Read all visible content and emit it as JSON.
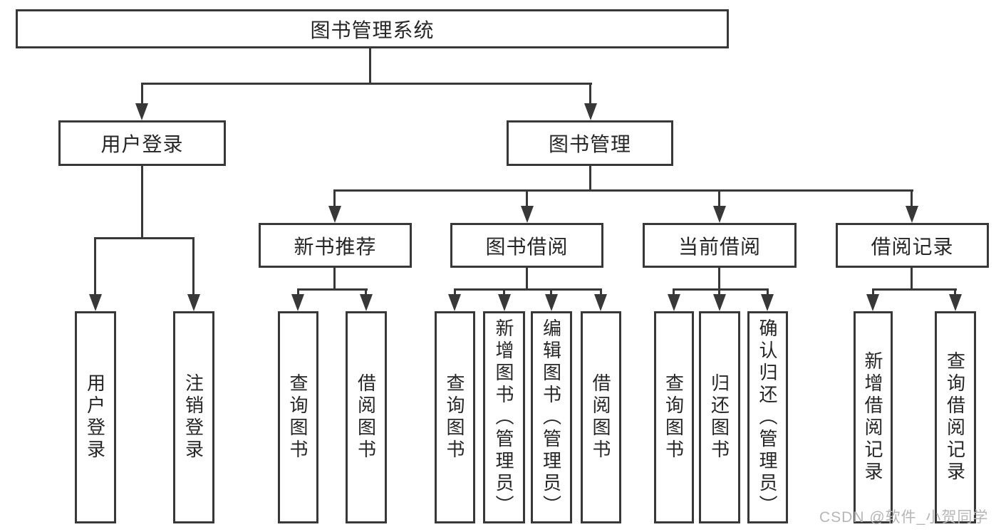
{
  "nodes": {
    "root": "图书管理系统",
    "userLogin": "用户登录",
    "bookMgmt": "图书管理",
    "newBookRec": "新书推荐",
    "bookBorrow": "图书借阅",
    "currentBorrow": "当前借阅",
    "borrowRecord": "借阅记录",
    "leafUserLogin": "用户登录",
    "leafLogout": "注销登录",
    "leafQueryBookA": "查询图书",
    "leafBorrowBookA": "借阅图书",
    "leafQueryBookB": "查询图书",
    "leafAddBook": "新增图书（管理员）",
    "leafEditBook": "编辑图书（管理员）",
    "leafBorrowBookB": "借阅图书",
    "leafQueryBookC": "查询图书",
    "leafReturnBook": "归还图书",
    "leafConfirmReturn": "确认归还（管理员）",
    "leafAddRecord": "新增借阅记录",
    "leafQueryRecord": "查询借阅记录"
  },
  "watermark": "CSDN @软件_小贺同学",
  "colors": {
    "line": "#383838",
    "border": "#383838",
    "text": "#262626",
    "watermark": "#b6b6b6",
    "background": "#ffffff"
  }
}
